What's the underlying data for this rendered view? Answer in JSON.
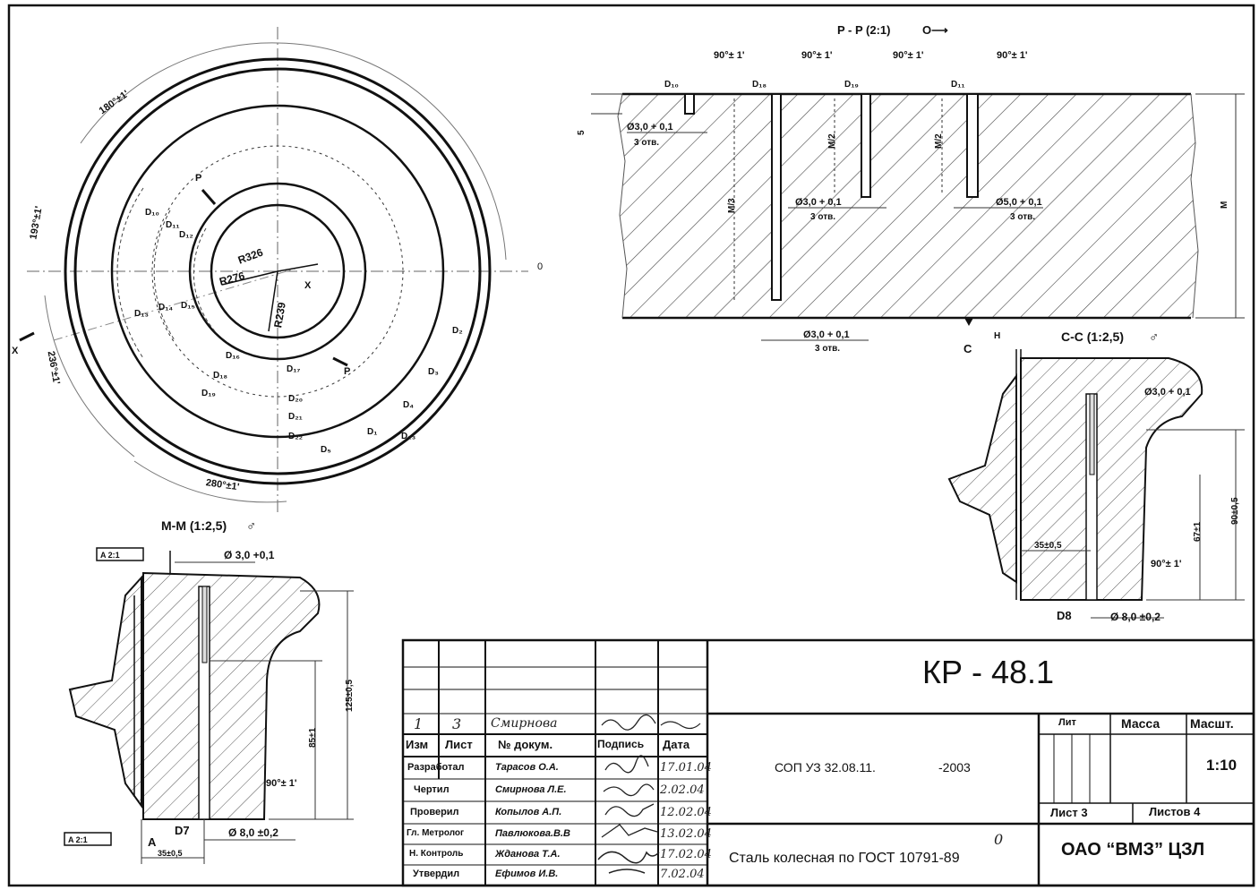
{
  "sections": {
    "main_view": {
      "angle_top": "180°±1'",
      "angle_left": "193°±1'",
      "angle_left2": "236°±1'",
      "angle_bottom": "280°±1'",
      "radius_1": "R326",
      "radius_2": "R276",
      "radius_3": "R239",
      "zero_label": "0",
      "cut_x_left": "X",
      "cut_x_center": "X",
      "cut_p_top": "P",
      "cut_p_bottom": "P",
      "points": [
        "D₁₀",
        "D₁₁",
        "D₁₂",
        "D₁₃",
        "D₁₄",
        "D₁₅",
        "D₂",
        "D₃",
        "D₄",
        "D₅",
        "D₁",
        "D₁₆",
        "D₁₇",
        "D₁₈",
        "D₁₉",
        "D₂₀",
        "D₂₁",
        "D₂₂",
        "D₂₃"
      ]
    },
    "pp": {
      "title": "P - P (2:1)",
      "title_mark": "O⟶",
      "angle": "90°± 1'",
      "hole_labels": [
        "D₁₀",
        "D₁₈",
        "D₁₉",
        "D₁₁"
      ],
      "dim_left": "Ø3,0 + 0,1",
      "dim_left_count": "3 отв.",
      "dim_mid": "Ø3,0 + 0,1",
      "dim_mid_count": "3 отв.",
      "dim_right": "Ø5,0 + 0,1",
      "dim_right_count": "3 отв.",
      "dim_bottom": "Ø3,0 + 0,1",
      "dim_bottom_count": "3 отв.",
      "depth_1": "М/3",
      "depth_2": "М/2",
      "depth_3": "М/2",
      "depth_full": "М",
      "depth_top": "5",
      "section_c": "C"
    },
    "cc": {
      "title": "C-C (1:2,5)",
      "dim_h": "H",
      "dim_hole": "Ø3,0 + 0,1",
      "dim_35": "35±0,5",
      "dim_67": "67±1",
      "dim_90": "90±0,5",
      "angle": "90°± 1'",
      "label_d8": "D8",
      "dim_bottom": "Ø  8,0 ±0,2"
    },
    "mm": {
      "title": "M-M (1:2,5)",
      "tol_top": "A 2:1",
      "tol_bottom": "A 2:1",
      "dim_hole": "Ø  3,0 +0,1",
      "dim_85": "85±1",
      "dim_125": "125±0,5",
      "angle": "90°± 1'",
      "label_d7": "D7",
      "label_a": "A",
      "dim_bottom": "Ø  8,0 ±0,2",
      "dim_35": "35±0,5"
    }
  },
  "title_block": {
    "designation": "КР - 48.1",
    "document": "СОП УЗ 32.08.11.",
    "year": "-2003",
    "material": "Сталь колесная по ГОСТ 10791-89",
    "organization": "ОАО “ВМЗ” ЦЗЛ",
    "lit_label": "Лит",
    "mass_label": "Масса",
    "scale_label": "Масшт.",
    "scale_value": "1:10",
    "sheet_label": "Лист 3",
    "sheets_label": "Листов 4",
    "revision_mark": "0",
    "rev_row": {
      "izm": "1",
      "list": "3",
      "doc": "Смирнова",
      "sign": "",
      "date": ""
    },
    "header": {
      "izm": "Изм",
      "list": "Лист",
      "doc": "№ докум.",
      "sign": "Подпись",
      "date": "Дата"
    },
    "roles": [
      {
        "role": "Разработал",
        "name": "Тарасов О.А.",
        "date": "17.01.04"
      },
      {
        "role": "Чертил",
        "name": "Смирнова Л.Е.",
        "date": "2.02.04"
      },
      {
        "role": "Проверил",
        "name": "Копылов А.П.",
        "date": "12.02.04"
      },
      {
        "role": "Гл. Метролог",
        "name": "Павлюкова.В.В",
        "date": "13.02.04"
      },
      {
        "role": "Н. Контроль",
        "name": "Жданова Т.А.",
        "date": "17.02.04"
      },
      {
        "role": "Утвердил",
        "name": "Ефимов И.В.",
        "date": "7.02.04"
      }
    ]
  }
}
